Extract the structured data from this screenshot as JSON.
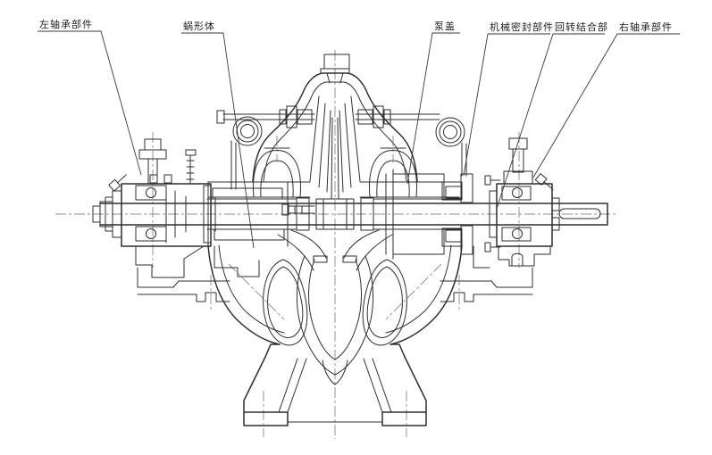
{
  "figure": {
    "kind": "pump-cross-section-drawing",
    "background": "#ffffff",
    "line_color": "#2e2e2e",
    "centerline_color": "#6a6a6a"
  },
  "callouts": [
    {
      "id": "left-bearing",
      "label": "左轴承部件"
    },
    {
      "id": "volute-body",
      "label": "蜗形体"
    },
    {
      "id": "pump-cover",
      "label": "泵盖"
    },
    {
      "id": "mechanical-seal",
      "label": "机械密封部件"
    },
    {
      "id": "rotary-joint",
      "label": "回转结合部"
    },
    {
      "id": "right-bearing",
      "label": "右轴承部件"
    }
  ]
}
